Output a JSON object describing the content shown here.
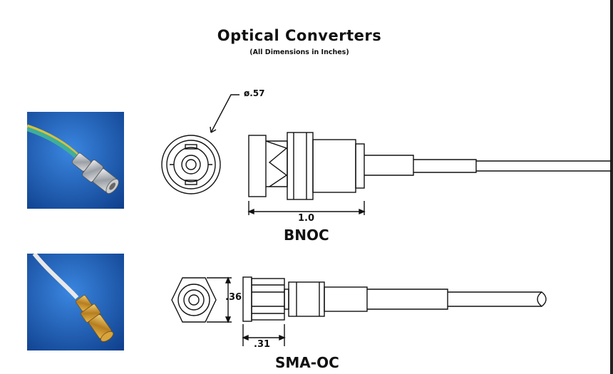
{
  "document": {
    "title": "Optical Converters",
    "subtitle": "(All Dimensions in Inches)"
  },
  "bnoc": {
    "name": "BNOC",
    "diameter_label": "ø.57",
    "length_label": "1.0"
  },
  "smaoc": {
    "name": "SMA-OC",
    "hex_label": ".36",
    "length_label": ".31"
  },
  "colors": {
    "photo_bg": "#1a5fb4",
    "bnoc_cable": "#3fae9a",
    "sma_body": "#c8902a"
  }
}
